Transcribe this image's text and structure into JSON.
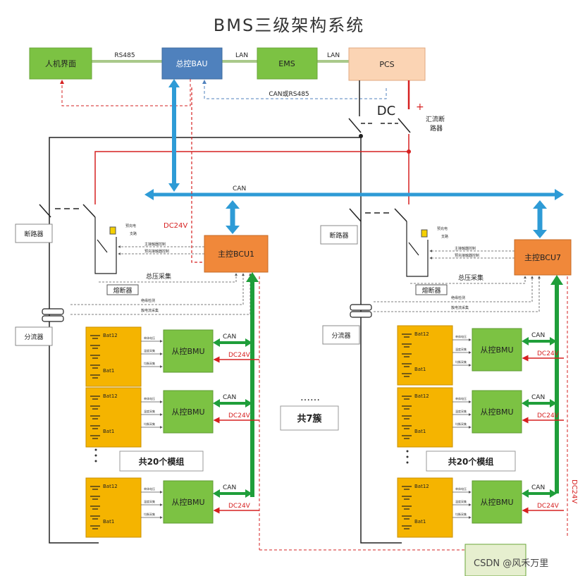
{
  "title": "BMS三级架构系统",
  "top_row": {
    "hmi": "人机界面",
    "bau": "总控BAU",
    "ems": "EMS",
    "pcs": "PCS",
    "link_hmi_bau": "RS485",
    "link_bau_ems": "LAN",
    "link_ems_pcs": "LAN",
    "can_rs485": "CAN或RS485",
    "dc": "DC",
    "plus": "+",
    "dc_breaker": "汇流断\n路器"
  },
  "can_bus": "CAN",
  "left_cluster": {
    "breaker": "断路器",
    "precharge": "预充电\n支路",
    "bcu": "主控BCU1",
    "dc24v": "DC24V",
    "main_relay_ctrl": "主接触器控制",
    "pre_relay_ctrl": "预充接触器控制",
    "total_v": "总压采集",
    "fuse": "熔断器",
    "insulation": "绝缘检测",
    "current": "簇电流采集",
    "shunt": "分流器",
    "module_count": "共20个模组"
  },
  "right_cluster": {
    "breaker": "断路器",
    "precharge": "预充电\n支路",
    "bcu": "主控BCU7",
    "main_relay_ctrl": "主接触器控制",
    "pre_relay_ctrl": "预充接触器控制",
    "total_v": "总压采集",
    "fuse": "熔断器",
    "insulation": "绝缘检测",
    "current": "簇电流采集",
    "shunt": "分流器",
    "module_count": "共20个模组",
    "dc24v_vertical": "DC24V"
  },
  "module": {
    "bat_top": "Bat12",
    "bat_bottom": "Bat1",
    "bmu": "从控BMU",
    "can": "CAN",
    "dc24v": "DC24V",
    "sig1": "单体电压",
    "sig2": "温度采集",
    "sig3": "均衡采集"
  },
  "middle": {
    "dots": "……",
    "cluster_count": "共7簇"
  },
  "watermark": "CSDN @风禾万里",
  "colors": {
    "green_box": "#7cc243",
    "blue_box": "#4f81bd",
    "pcs_box": "#fbd4b4",
    "orange_box": "#f0883a",
    "battery_box": "#f5b400",
    "can_blue": "#2e9bd6",
    "power_green": "#1f9e3a",
    "red_line": "#d62020"
  }
}
